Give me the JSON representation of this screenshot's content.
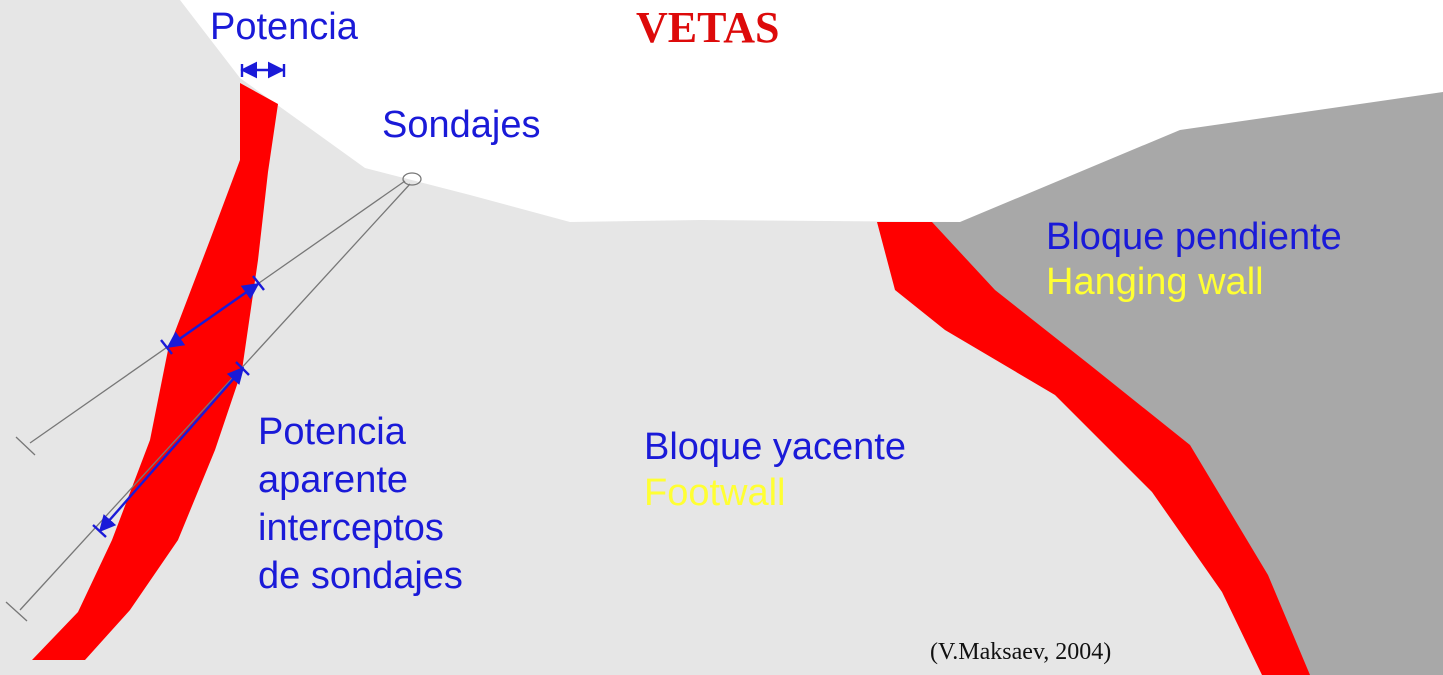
{
  "title": "VETAS",
  "labels": {
    "potencia": "Potencia",
    "sondajes": "Sondajes",
    "bloque_pendiente": "Bloque pendiente",
    "hanging_wall": "Hanging wall",
    "bloque_yacente": "Bloque yacente",
    "footwall": "Footwall",
    "apparent_lines": [
      "Potencia",
      "aparente",
      "interceptos",
      "de sondajes"
    ],
    "credit": "(V.Maksaev, 2004)"
  },
  "colors": {
    "vein": "#ff0000",
    "footwall_rock": "#e6e6e6",
    "hanging_wall_rock": "#a8a8a8",
    "sky": "#ffffff",
    "blue_text": "#1a1ad8",
    "yellow_text": "#ffff33",
    "title": "#dd0a0a",
    "drill_line": "#777777"
  }
}
